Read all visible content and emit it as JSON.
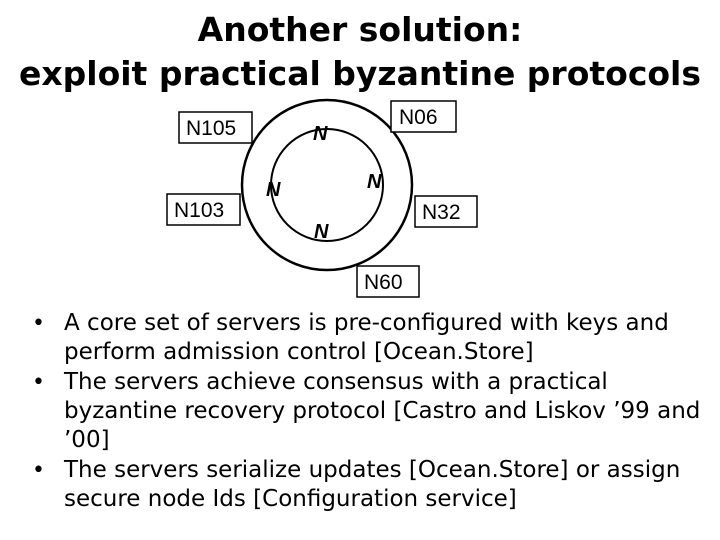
{
  "title": {
    "line1": "Another solution:",
    "line2": "exploit practical byzantine protocols"
  },
  "diagram": {
    "nodes": {
      "n105": "N105",
      "n06": "N06",
      "n103": "N103",
      "n32": "N32",
      "n60": "N60"
    },
    "core_label": "N"
  },
  "bullets": [
    "A core set of servers is pre-configured with keys and perform admission control [Ocean.Store]",
    "The servers achieve consensus with a practical byzantine recovery protocol [Castro and Liskov ’99 and ’00]",
    "The servers serialize updates [Ocean.Store] or assign secure node Ids [Configuration service]"
  ]
}
